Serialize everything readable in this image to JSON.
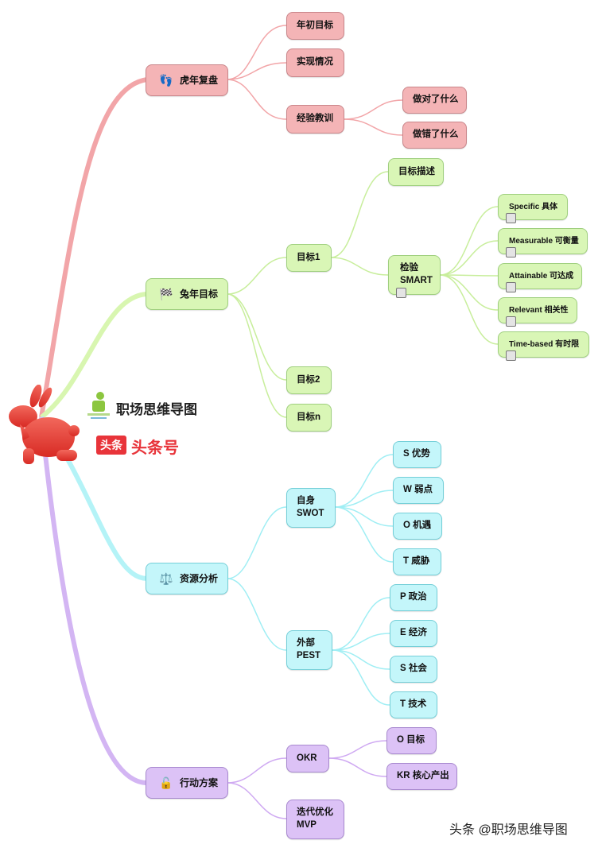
{
  "root": {
    "icon": "rabbit-icon",
    "color": "#e8473c"
  },
  "branches": {
    "review": {
      "label": "虎年复盘",
      "icon": "footprints-icon",
      "children": {
        "goal": "年初目标",
        "actual": "实现情况",
        "lessons": "经验教训",
        "did_right": "做对了什么",
        "did_wrong": "做错了什么"
      }
    },
    "goals": {
      "label": "兔年目标",
      "icon": "checkered-flag-icon",
      "children": {
        "goal1": "目标1",
        "goal_desc": "目标描述",
        "smart_line1": "检验",
        "smart_line2": "SMART",
        "specific": "Specific 具体",
        "measurable": "Measurable 可衡量",
        "attainable": "Attainable 可达成",
        "relevant": "Relevant 相关性",
        "time_based": "Time-based 有时限",
        "goal2": "目标2",
        "goaln": "目标n"
      }
    },
    "resources": {
      "label": "资源分析",
      "icon": "scales-icon",
      "children": {
        "swot_line1": "自身",
        "swot_line2": "SWOT",
        "s": "S 优势",
        "w": "W 弱点",
        "o": "O 机遇",
        "t": "T 威胁",
        "pest_line1": "外部",
        "pest_line2": "PEST",
        "p": "P 政治",
        "e": "E 经济",
        "s2": "S 社会",
        "t2": "T 技术"
      }
    },
    "action": {
      "label": "行动方案",
      "icon": "unlock-icon",
      "children": {
        "okr": "OKR",
        "o": "O 目标",
        "kr": "KR 核心产出",
        "mvp_line1": "迭代优化",
        "mvp_line2": "MVP"
      }
    }
  },
  "branding": {
    "logo_text": "职场思维导图",
    "toutiao_badge": "头条",
    "toutiao_text": "头条号",
    "watermark": "头条 @职场思维导图"
  },
  "colors": {
    "red": "#f4b4b6",
    "green": "#d9f6b6",
    "cyan": "#c4f6fa",
    "purple": "#dcc2f6",
    "toutiao_red": "#e8343a"
  }
}
